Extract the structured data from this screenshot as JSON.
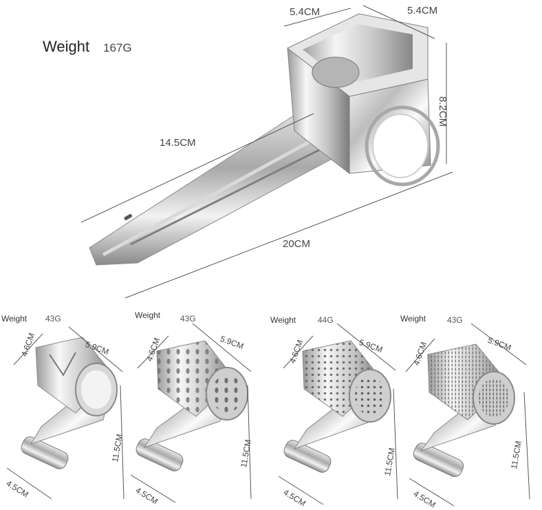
{
  "main_product": {
    "weight_label": "Weight",
    "weight_value": "167G",
    "dim_top_left": "5.4CM",
    "dim_top_right": "5.4CM",
    "dim_height": "8.2CM",
    "dim_handle": "14.5CM",
    "dim_total": "20CM"
  },
  "drums": [
    {
      "weight_label": "Weight",
      "weight_value": "43G",
      "dia": "4.6CM",
      "length": "5.9CM",
      "height": "11.5CM",
      "crank": "4.5CM",
      "style": "slicer"
    },
    {
      "weight_label": "Weight",
      "weight_value": "43G",
      "dia": "4.6CM",
      "length": "5.9CM",
      "height": "11.5CM",
      "crank": "4.5CM",
      "style": "coarse"
    },
    {
      "weight_label": "Weight",
      "weight_value": "44G",
      "dia": "4.6CM",
      "length": "5.9CM",
      "height": "11.5CM",
      "crank": "4.5CM",
      "style": "medium"
    },
    {
      "weight_label": "Weight",
      "weight_value": "43G",
      "dia": "4.6CM",
      "length": "5.9CM",
      "height": "11.5CM",
      "crank": "4.5CM",
      "style": "fine"
    }
  ]
}
